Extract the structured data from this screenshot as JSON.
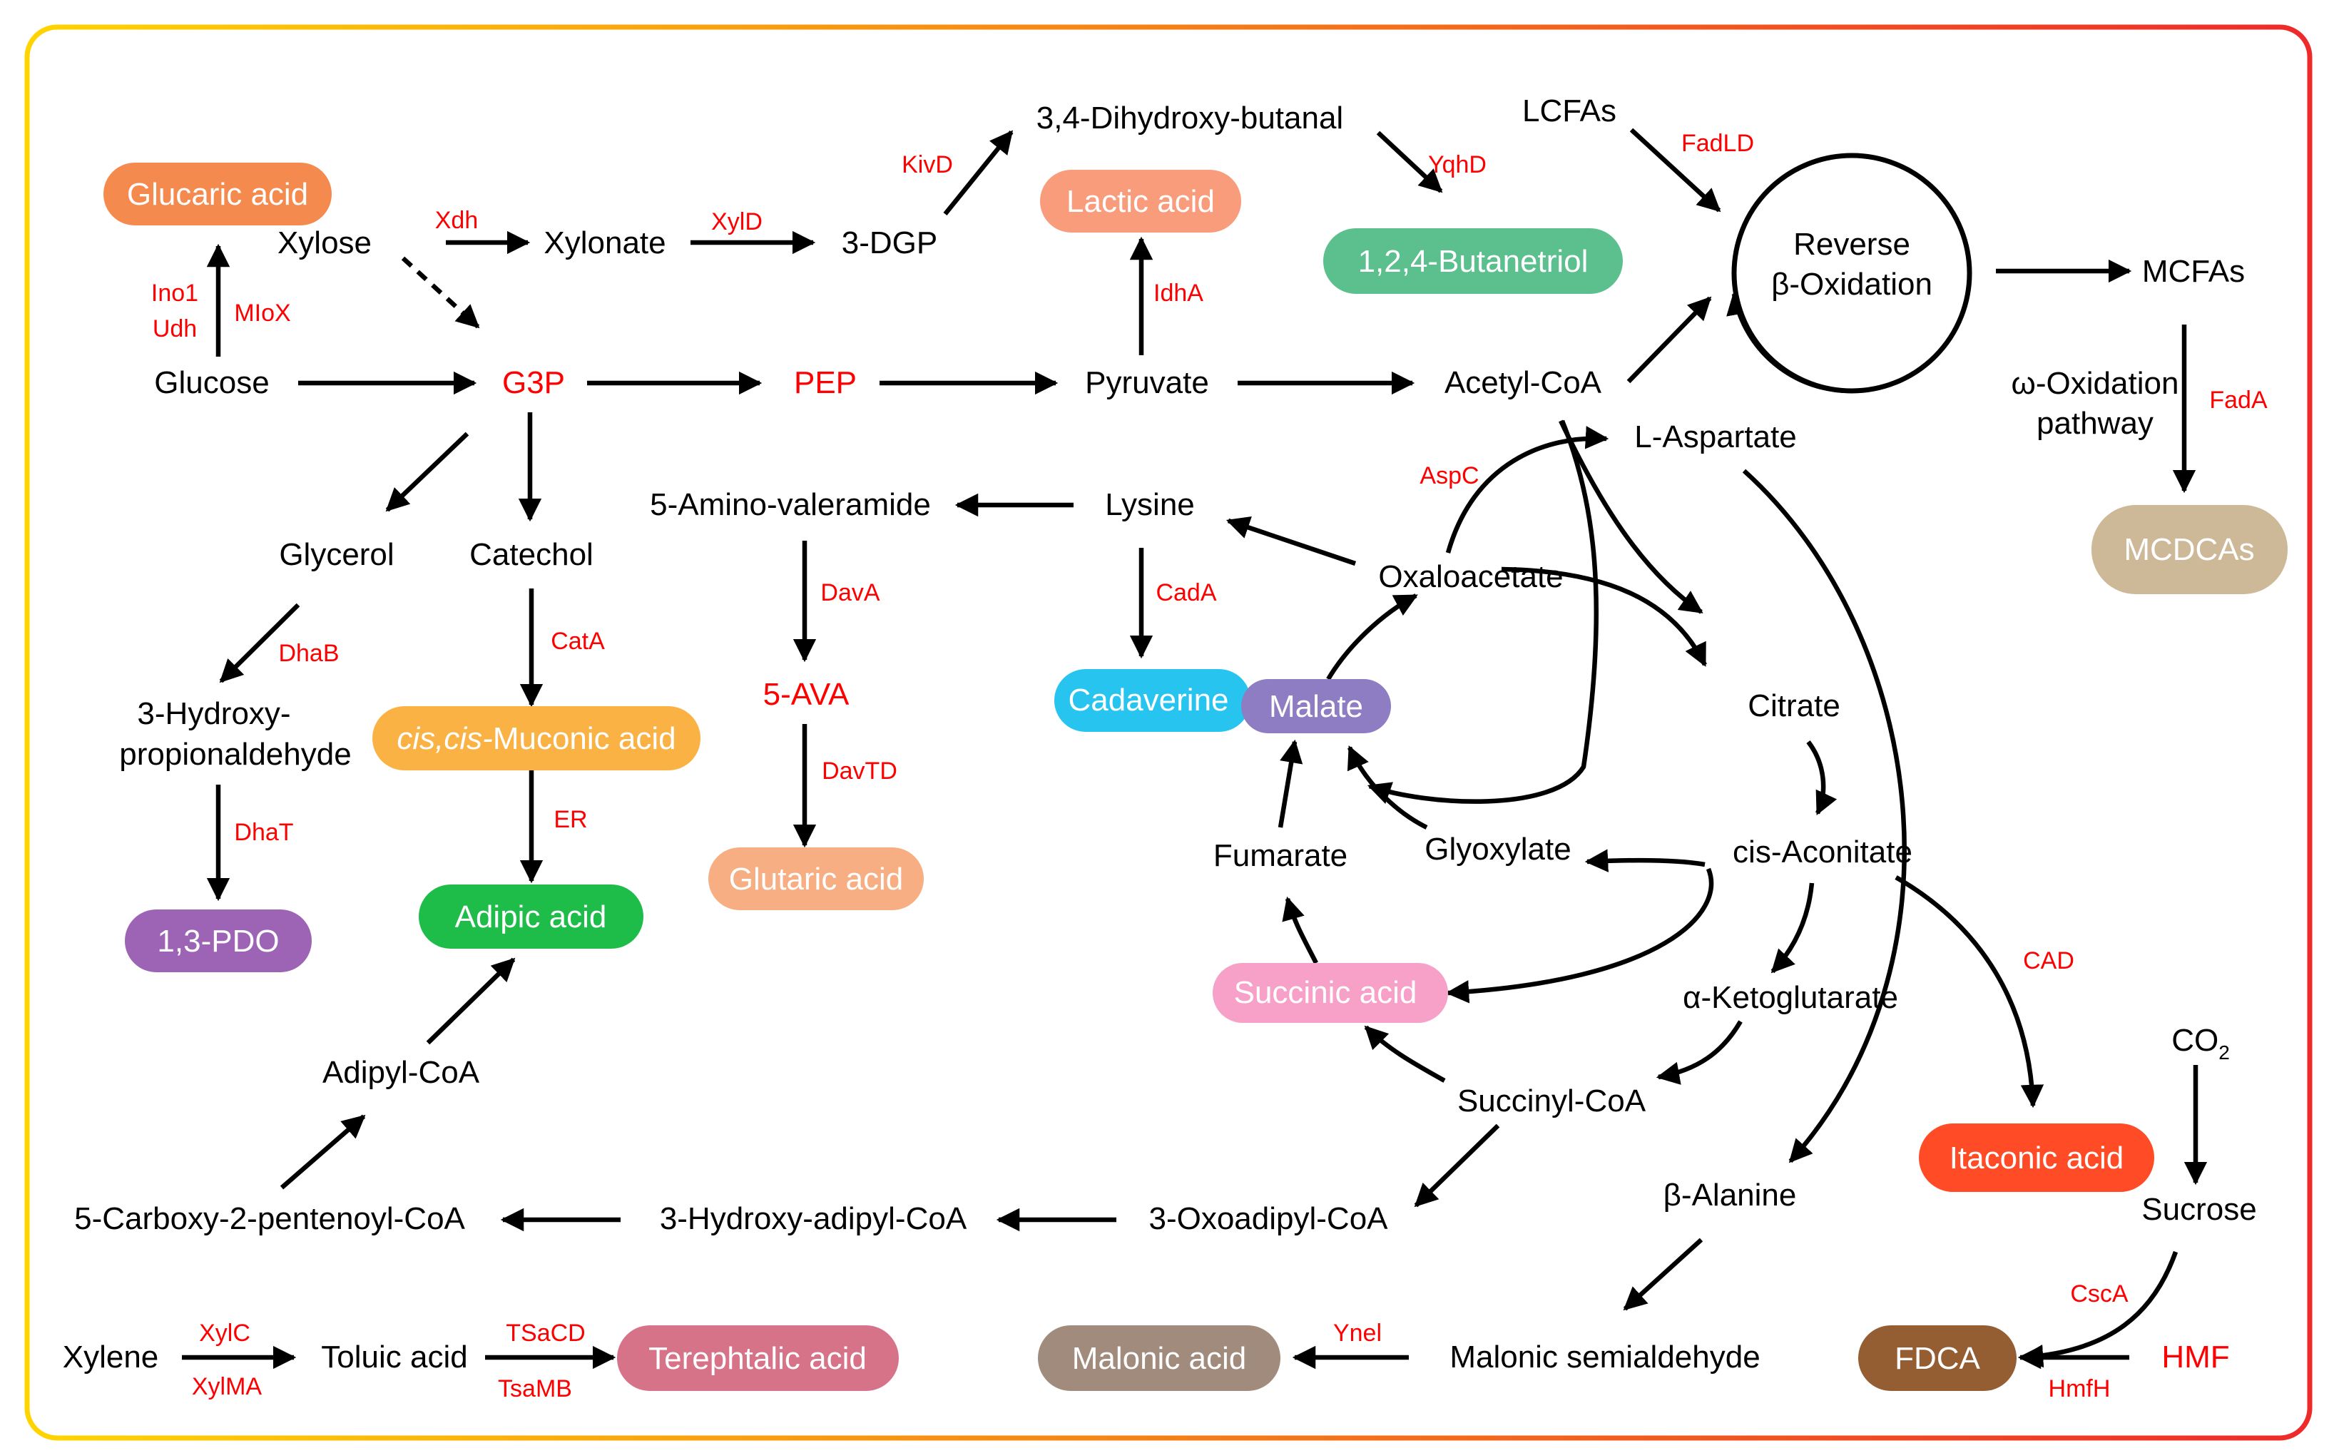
{
  "colors": {
    "border_start": "#ffd400",
    "border_end": "#ee2a2a",
    "enzyme": "#ff0000",
    "glucaric": "#f58a4f",
    "lactic": "#f89c7c",
    "butanetriol": "#5bbf8e",
    "mcdcas": "#cdb898",
    "muconic": "#fbb245",
    "adipic": "#1ebd4a",
    "glutaric": "#f7ae82",
    "cadaverine": "#27c4f0",
    "malate": "#8e7dc2",
    "pdo": "#9d63b5",
    "succinic": "#f7a1c8",
    "itaconic": "#ff4b26",
    "terephtalic": "#d77389",
    "malonic": "#a08b7c",
    "fdca": "#955e32"
  },
  "products": {
    "glucaric_acid": "Glucaric acid",
    "lactic_acid": "Lactic acid",
    "butanetriol": "1,2,4-Butanetriol",
    "mcdcas": "MCDCAs",
    "muconic_italic": "cis,cis-",
    "muconic_rest": "Muconic acid",
    "adipic_acid": "Adipic acid",
    "glutaric_acid": "Glutaric acid",
    "cadaverine": "Cadaverine",
    "malate": "Malate",
    "pdo": "1,3-PDO",
    "succinic_acid": "Succinic acid",
    "itaconic_acid": "Itaconic acid",
    "terephtalic_acid": "Terephtalic acid",
    "malonic_acid": "Malonic acid",
    "fdca": "FDCA"
  },
  "metabolites": {
    "xylose": "Xylose",
    "xylonate": "Xylonate",
    "dgp": "3-DGP",
    "dihydroxy_butanal": "3,4-Dihydroxy-butanal",
    "lcfas": "LCFAs",
    "reverse": "Reverse",
    "beta_oxidation": "β-Oxidation",
    "mcfas": "MCFAs",
    "omega_oxidation": "ω-Oxidation",
    "pathway": "pathway",
    "glucose": "Glucose",
    "g3p": "G3P",
    "pep": "PEP",
    "pyruvate": "Pyruvate",
    "acetyl_coa": "Acetyl-CoA",
    "l_aspartate": "L-Aspartate",
    "glycerol": "Glycerol",
    "catechol": "Catechol",
    "amino_valeramide": "5-Amino-valeramide",
    "lysine": "Lysine",
    "oxaloacetate": "Oxaloacetate",
    "hydroxy_1": "3-Hydroxy-",
    "hydroxy_2": "propionaldehyde",
    "ava": "5-AVA",
    "citrate": "Citrate",
    "fumarate": "Fumarate",
    "glyoxylate": "Glyoxylate",
    "cis_aconitate": "cis-Aconitate",
    "alpha_kg": "α-Ketoglutarate",
    "adipyl_coa": "Adipyl-CoA",
    "co2_main": "CO",
    "co2_sub": "2",
    "succinyl_coa": "Succinyl-CoA",
    "sucrose": "Sucrose",
    "beta_alanine": "β-Alanine",
    "carboxy_pentenoyl": "5-Carboxy-2-pentenoyl-CoA",
    "hydroxy_adipyl": "3-Hydroxy-adipyl-CoA",
    "oxoadipyl": "3-Oxoadipyl-CoA",
    "xylene": "Xylene",
    "toluic_acid": "Toluic acid",
    "malonic_semialdehyde": "Malonic semialdehyde",
    "hmf": "HMF"
  },
  "enzymes": {
    "xdh": "Xdh",
    "xyld": "XylD",
    "kivd": "KivD",
    "yqhd": "YqhD",
    "fadld": "FadLD",
    "ino1": "Ino1",
    "udh": "Udh",
    "miox": "MIoX",
    "idha": "IdhA",
    "fada": "FadA",
    "aspc": "AspC",
    "dava": "DavA",
    "cada": "CadA",
    "dhab": "DhaB",
    "cata": "CatA",
    "davtd": "DavTD",
    "er": "ER",
    "dhat": "DhaT",
    "cad": "CAD",
    "xylc": "XylC",
    "xylma": "XylMA",
    "tsacd": "TSaCD",
    "tsamb": "TsaMB",
    "ynel": "Ynel",
    "csca": "CscA",
    "hmfh": "HmfH"
  }
}
